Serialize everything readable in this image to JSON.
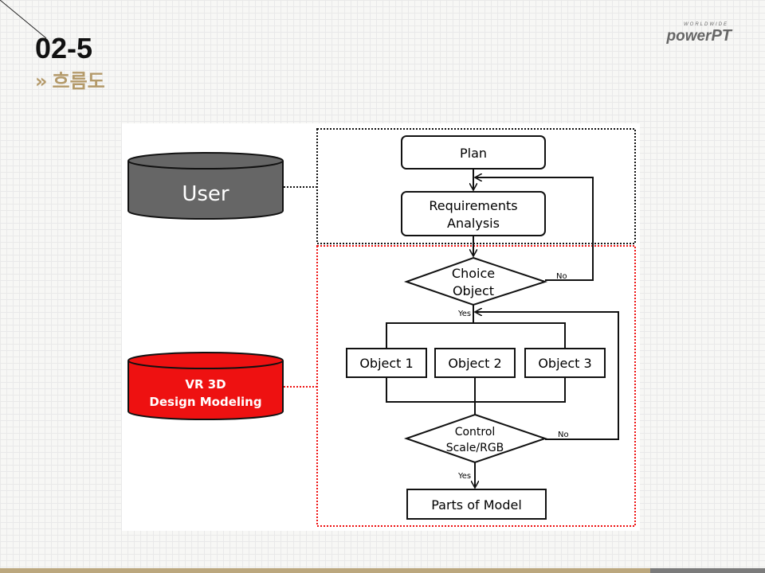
{
  "header": {
    "slide_number": "02-5",
    "subtitle_chevron": "»",
    "subtitle": "흐름도",
    "logo_small": "WORLDWIDE",
    "logo_main": "power",
    "logo_accent": "PT"
  },
  "diagram": {
    "cylinders": [
      {
        "id": "user",
        "lines": [
          "User"
        ],
        "color": "#666666"
      },
      {
        "id": "vr",
        "lines": [
          "VR 3D",
          "Design Modeling"
        ],
        "color": "#ee1111"
      }
    ],
    "process_boxes": {
      "plan": [
        "Plan"
      ],
      "requirements": [
        "Requirements",
        "Analysis"
      ],
      "object1": [
        "Object 1"
      ],
      "object2": [
        "Object 2"
      ],
      "object3": [
        "Object 3"
      ],
      "parts": [
        "Parts of Model"
      ]
    },
    "decisions": {
      "choice": [
        "Choice",
        "Object"
      ],
      "control": [
        "Control",
        "Scale/RGB"
      ]
    },
    "edge_labels": {
      "choice_no": "No",
      "choice_yes": "Yes",
      "control_no": "No",
      "control_yes": "Yes"
    },
    "colors": {
      "user_group_border": "#111111",
      "vr_group_border": "#ee1111"
    }
  }
}
